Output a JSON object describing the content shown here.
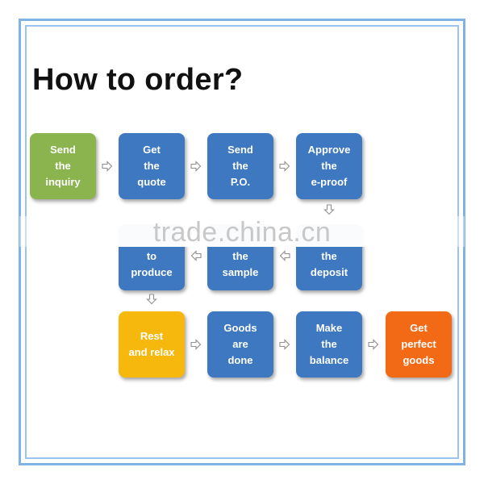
{
  "title": "How to order?",
  "watermark": "trade.china.cn",
  "colors": {
    "green": "#8cb44e",
    "blue": "#3d78c0",
    "yellow": "#f6b80c",
    "orange": "#f36a16",
    "frame": "#7fb3e6"
  },
  "steps": {
    "send_inquiry": "Send\nthe\ninquiry",
    "get_quote": "Get\nthe\nquote",
    "send_po": "Send\nthe\nP.O.",
    "approve_eproof": "Approve\nthe\ne-proof",
    "deposit": "the\ndeposit",
    "sample": "the\nsample",
    "to_produce": "to\nproduce",
    "rest_relax": "Rest\nand relax",
    "goods_done": "Goods\nare\ndone",
    "make_balance": "Make\nthe\nbalance",
    "get_goods": "Get\nperfect\ngoods"
  }
}
